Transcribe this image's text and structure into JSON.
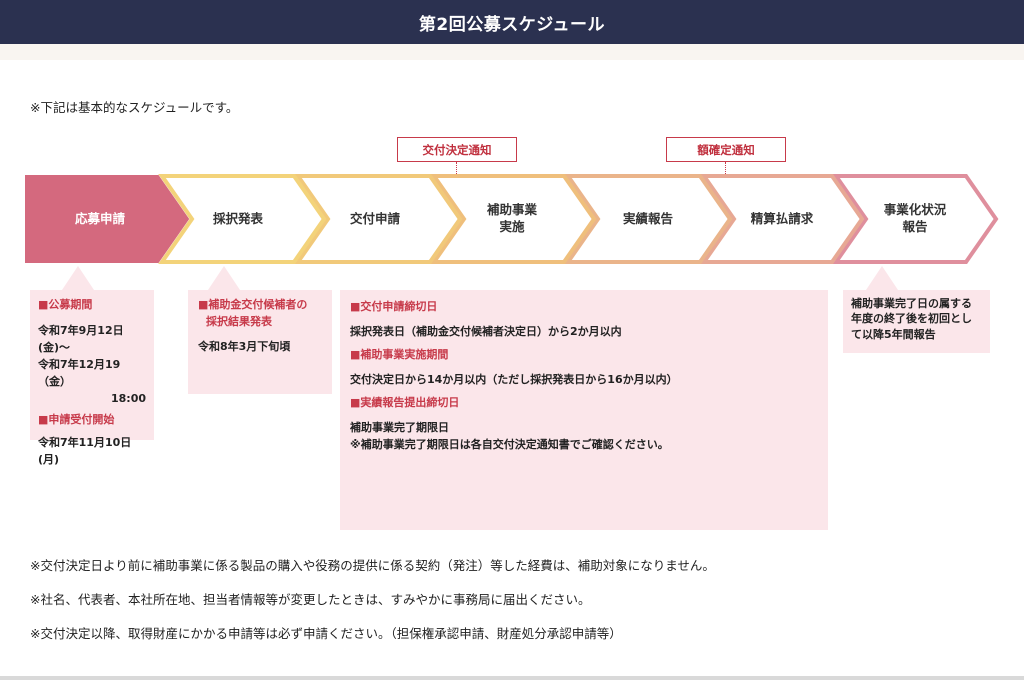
{
  "header": {
    "title": "第2回公募スケジュール"
  },
  "intro": "※下記は基本的なスケジュールです。",
  "markers": [
    {
      "label": "交付決定通知"
    },
    {
      "label": "額確定通知"
    }
  ],
  "steps": [
    {
      "label": "応募申請",
      "fill": "#d4697e",
      "stroke": "#d4697e",
      "text_color": "#ffffff"
    },
    {
      "label": "採択発表",
      "fill": "#ffffff",
      "stroke": "#f3d37a",
      "text_color": "#333333"
    },
    {
      "label": "交付申請",
      "fill": "#ffffff",
      "stroke": "#f1c97a",
      "text_color": "#333333"
    },
    {
      "label": "補助事業\n実施",
      "fill": "#ffffff",
      "stroke": "#efbf7c",
      "text_color": "#333333"
    },
    {
      "label": "実績報告",
      "fill": "#ffffff",
      "stroke": "#eab48a",
      "text_color": "#333333"
    },
    {
      "label": "精算払請求",
      "fill": "#ffffff",
      "stroke": "#e7a894",
      "text_color": "#333333"
    },
    {
      "label": "事業化状況\n報告",
      "fill": "#ffffff",
      "stroke": "#df8f9d",
      "text_color": "#333333"
    }
  ],
  "panels": {
    "application": {
      "h1": "■公募期間",
      "period_line1": "令和7年9月12日(金)〜",
      "period_line2": "令和7年12月19（金）",
      "period_time": "18:00",
      "h2": "■申請受付開始",
      "start": "令和7年11月10日(月)"
    },
    "selection": {
      "h1": "■補助金交付候補者の",
      "h1b": "採択結果発表",
      "value": "令和8年3月下旬頃"
    },
    "grant": {
      "h1": "■交付申請締切日",
      "v1": "採択発表日（補助金交付候補者決定日）から2か月以内",
      "h2": "■補助事業実施期間",
      "v2": "交付決定日から14か月以内（ただし採択発表日から16か月以内）",
      "h3": "■実績報告提出締切日",
      "v3a": "補助事業完了期限日",
      "v3b": "※補助事業完了期限日は各自交付決定通知書でご確認ください。"
    },
    "report": {
      "l1": "補助事業完了日の属する",
      "l2": "年度の終了後を初回とし",
      "l3": "て以降5年間報告"
    }
  },
  "notes": [
    "※交付決定日より前に補助事業に係る製品の購入や役務の提供に係る契約（発注）等した経費は、補助対象になりません。",
    "※社名、代表者、本社所在地、担当者情報等が変更したときは、すみやかに事務局に届出ください。",
    "※交付決定以降、取得財産にかかる申請等は必ず申請ください。（担保権承認申請、財産処分承認申請等）"
  ]
}
